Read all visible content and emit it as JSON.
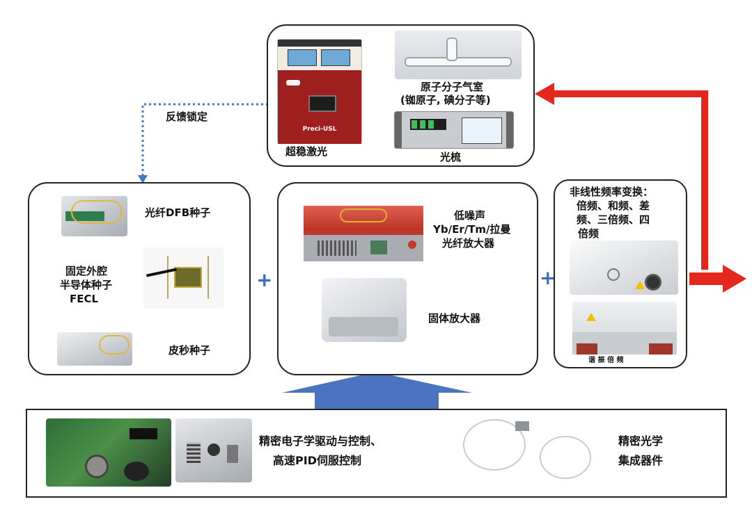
{
  "top_box": {
    "ultrastable_laser": "超稳激光",
    "ultrastable_device_brand": "Preci-USL",
    "atomic_cell_line1": "原子分子气室",
    "atomic_cell_line2": "(铷原子, 碘分子等)",
    "optical_comb": "光梳"
  },
  "feedback_lock": "反馈锁定",
  "seed_box": {
    "fiber_dfb": "光纤DFB种子",
    "fecl_line1": "固定外腔",
    "fecl_line2": "半导体种子",
    "fecl_line3": "FECL",
    "picosecond": "皮秒种子"
  },
  "amp_box": {
    "low_noise_line1": "低噪声",
    "low_noise_line2": "Yb/Er/Tm/拉曼",
    "low_noise_line3": "光纤放大器",
    "solid_state": "固体放大器"
  },
  "nonlinear_box": {
    "title_line1": "非线性频率变换：",
    "title_line2": "倍频、和频、差",
    "title_line3": "频、三倍频、四",
    "title_line4": "倍频",
    "resonant_doubling": "谐 振 倍 频"
  },
  "plus_symbol": "+",
  "bottom_box": {
    "electronics_line1": "精密电子学驱动与控制、",
    "electronics_line2": "高速PID伺服控制",
    "optics_line1": "精密光学",
    "optics_line2": "集成器件"
  },
  "colors": {
    "feedback_arrow": "#4a78c8",
    "output_arrow": "#e4281e",
    "support_arrow": "#4a74c0",
    "plus": "#3d6cc0"
  }
}
